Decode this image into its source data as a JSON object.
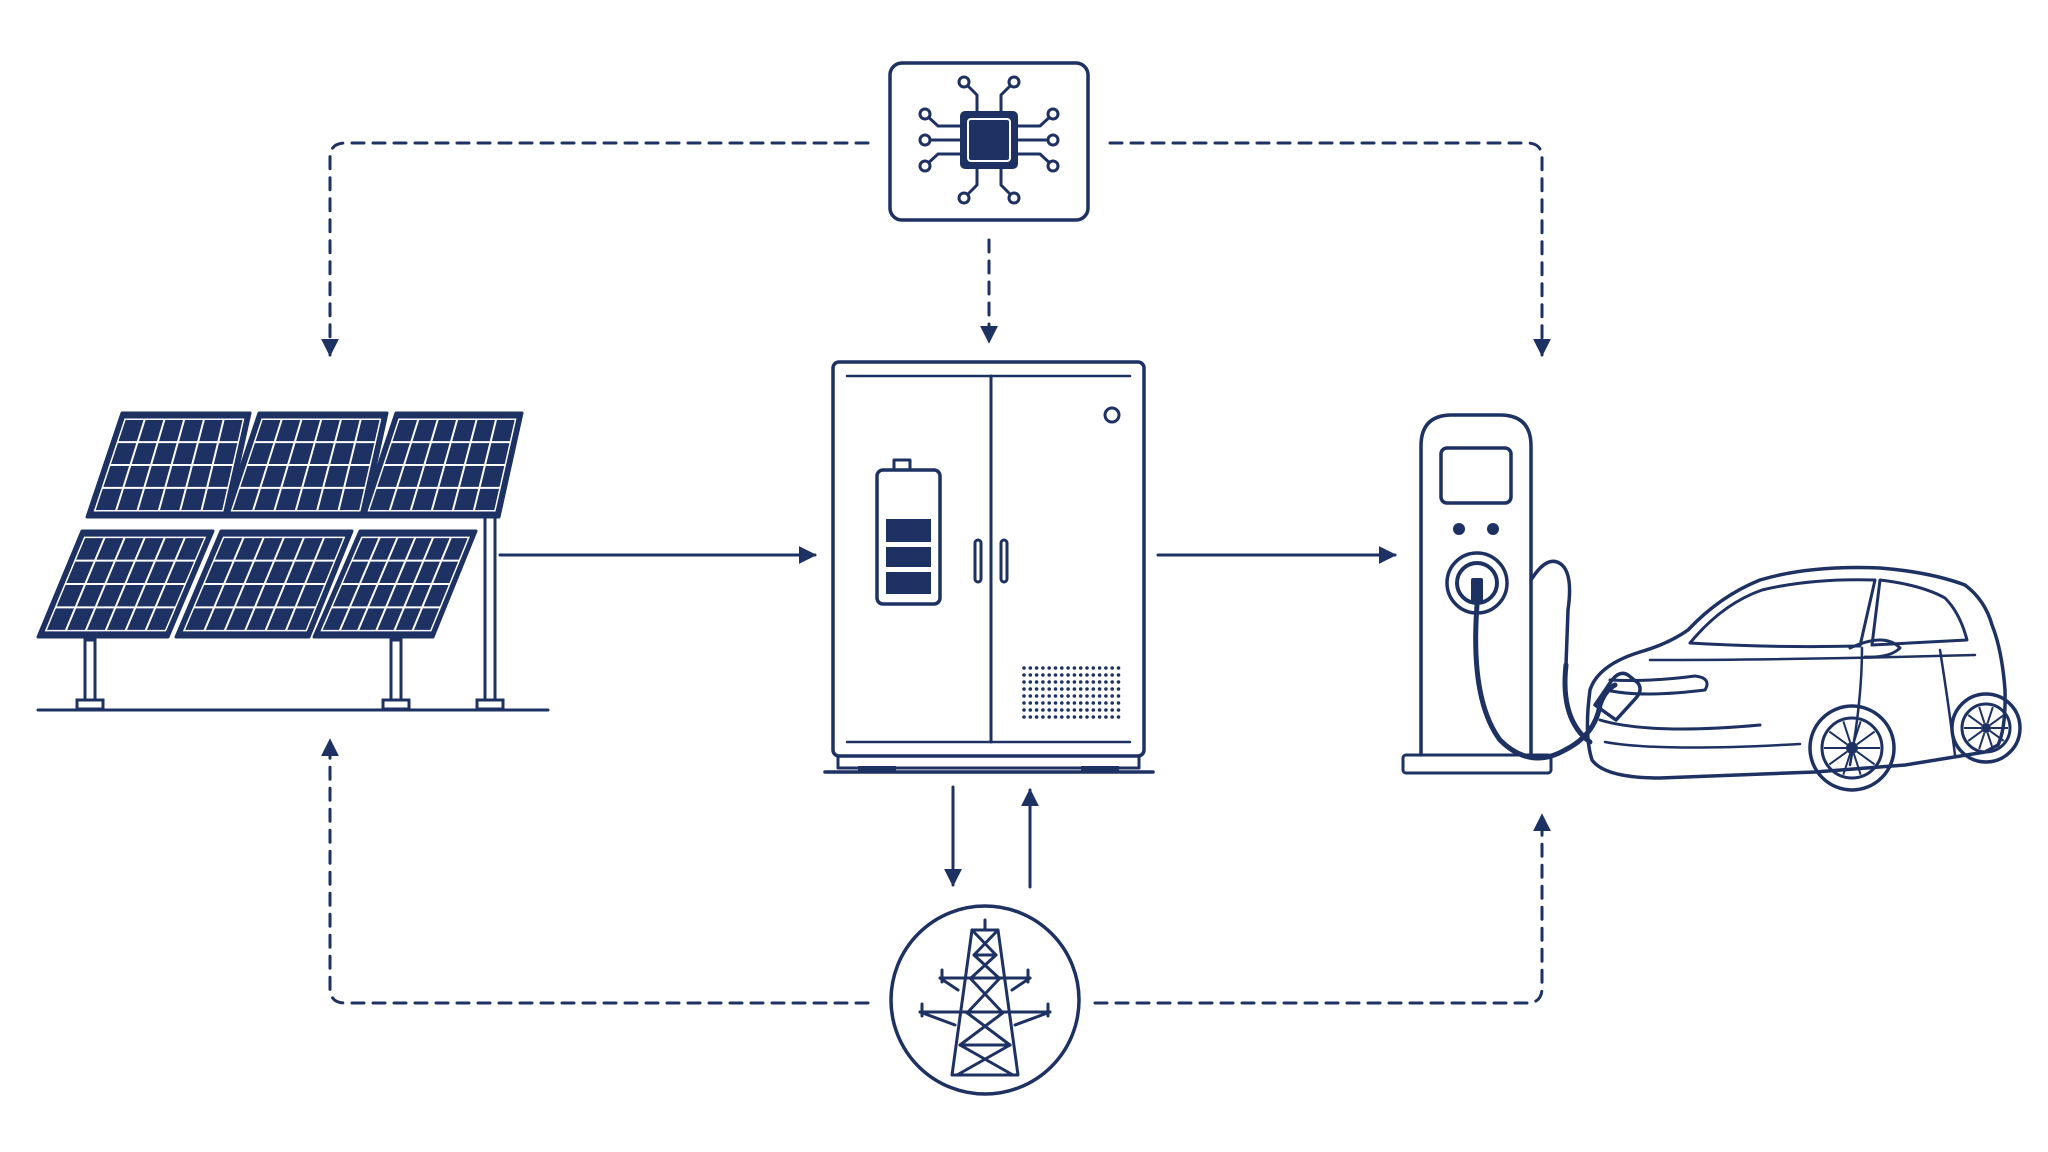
{
  "colors": {
    "ink": "#1d3163",
    "background": "#ffffff",
    "panel_fill": "#1d3163",
    "panel_grid": "#ffffff"
  },
  "nodes": [
    {
      "id": "solar",
      "icon": "solar-panel-array-icon"
    },
    {
      "id": "controller",
      "icon": "microchip-controller-icon"
    },
    {
      "id": "storage",
      "icon": "battery-storage-cabinet-icon"
    },
    {
      "id": "charger",
      "icon": "ev-charging-station-icon"
    },
    {
      "id": "vehicle",
      "icon": "electric-car-icon"
    },
    {
      "id": "grid",
      "icon": "power-transmission-tower-icon"
    }
  ],
  "connections": {
    "power": [
      {
        "from": "solar",
        "to": "storage"
      },
      {
        "from": "storage",
        "to": "charger"
      },
      {
        "from": "storage",
        "to": "grid"
      },
      {
        "from": "grid",
        "to": "storage"
      }
    ],
    "control": [
      {
        "from": "controller",
        "to": "solar"
      },
      {
        "from": "controller",
        "to": "storage"
      },
      {
        "from": "controller",
        "to": "charger"
      },
      {
        "from": "grid",
        "to": "solar"
      },
      {
        "from": "grid",
        "to": "charger"
      }
    ]
  }
}
